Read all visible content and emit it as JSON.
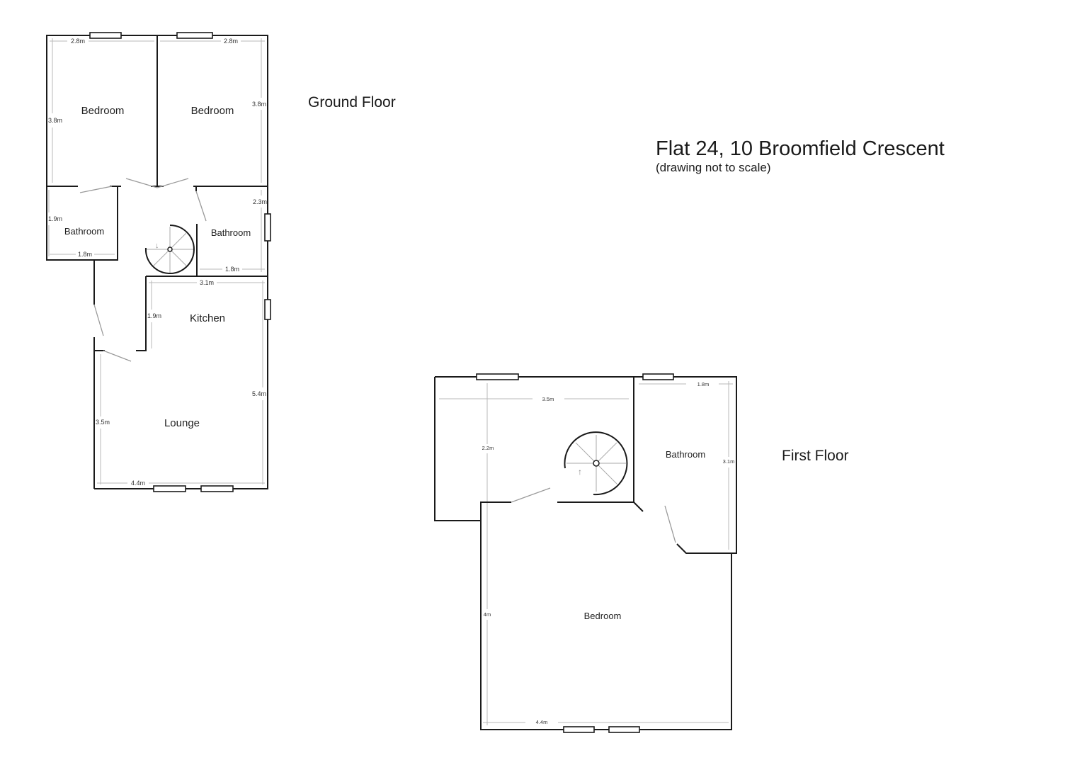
{
  "title": {
    "address": "Flat 24, 10 Broomfield Crescent",
    "note": "(drawing not to scale)"
  },
  "ground_floor": {
    "label": "Ground Floor",
    "rooms": {
      "bedroom_1": {
        "name": "Bedroom",
        "width": "2.8m",
        "depth": "3.8m"
      },
      "bedroom_2": {
        "name": "Bedroom",
        "width": "2.8m",
        "depth": "3.8m"
      },
      "bathroom_1": {
        "name": "Bathroom",
        "width": "1.8m",
        "depth": "1.9m"
      },
      "bathroom_2": {
        "name": "Bathroom",
        "width": "1.8m",
        "depth": "2.3m"
      },
      "kitchen": {
        "name": "Kitchen",
        "width": "3.1m",
        "depth": "1.9m"
      },
      "lounge": {
        "name": "Lounge",
        "width": "4.4m",
        "depth": "3.5m",
        "total_depth": "5.4m"
      }
    },
    "stairs": {
      "direction": "down",
      "glyph": "↓"
    }
  },
  "first_floor": {
    "label": "First Floor",
    "rooms": {
      "landing": {
        "width": "3.5m",
        "depth": "2.2m"
      },
      "bathroom": {
        "name": "Bathroom",
        "width": "1.8m",
        "depth": "3.1m"
      },
      "bedroom": {
        "name": "Bedroom",
        "width": "4.4m",
        "depth": "4m"
      }
    },
    "stairs": {
      "direction": "up",
      "glyph": "↑"
    }
  },
  "colors": {
    "wall": "#1a1a1a",
    "door_swing": "#9a9a9a",
    "dimension_line": "#b8b8b8",
    "background": "#ffffff"
  }
}
